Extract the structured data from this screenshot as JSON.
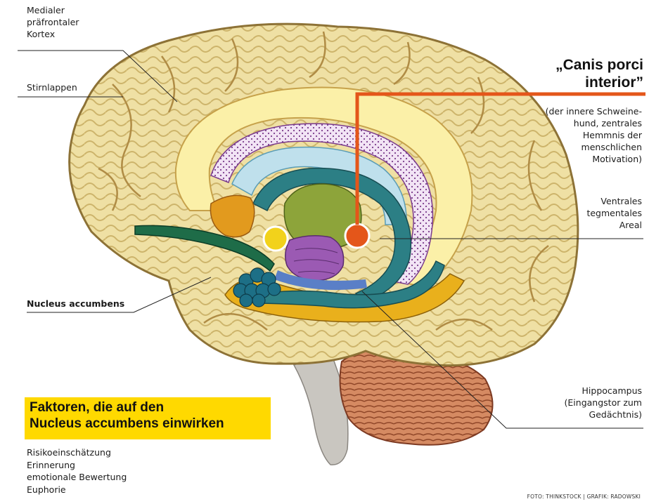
{
  "labels": {
    "medialer": [
      "Medialer",
      "präfrontaler",
      "Kortex"
    ],
    "stirnlappen": "Stirnlappen",
    "nucleus_accumbens": "Nucleus accumbens",
    "ventrales": [
      "Ventrales",
      "tegmentales",
      "Areal"
    ],
    "hippocampus": [
      "Hippocampus",
      "(Eingangstor zum",
      "Gedächtnis)"
    ]
  },
  "callout": {
    "title_lines": [
      "„Canis porci",
      "interior”"
    ],
    "description_lines": [
      "(der innere Schweine-",
      "hund, zentrales",
      "Hemmnis der",
      "menschlichen",
      "Motivation)"
    ]
  },
  "factors": {
    "title_lines": [
      "Faktoren, die auf den",
      "Nucleus accumbens einwirken"
    ],
    "items": [
      "Risikoeinschätzung",
      "Erinnerung",
      "emotionale Bewertung",
      "Euphorie"
    ]
  },
  "credit": "FOTO: THINKSTOCK | GRAFIK: RADOWSKI",
  "colors": {
    "callout_orange": "#e4561a",
    "factor_yellow": "#ffd900",
    "nucleus_dot": "#f2d21b",
    "vta_dot": "#e4561a",
    "brain_tissue": "#efe1a6",
    "cingulate": "#fbf0a8",
    "hippocampus_teal": "#2c7f85",
    "nucleus_cluster": "#1d6f86",
    "thalamus": "#8da43a",
    "midbrain": "#9b5ab3",
    "cerebellum": "#b86a45",
    "orange_lobe": "#e29a1e"
  }
}
